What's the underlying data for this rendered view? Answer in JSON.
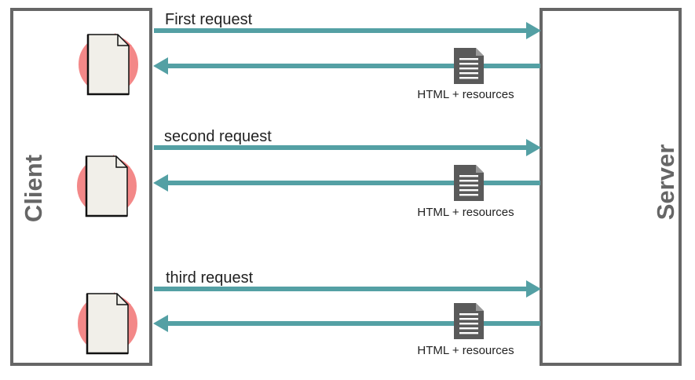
{
  "client_label": "Client",
  "server_label": "Server",
  "colors": {
    "arrow": "#54a0a4",
    "box_border": "#666666",
    "reload_icon": "#f27b7b",
    "doc_icon": "#5a5a5a"
  },
  "exchanges": [
    {
      "request_label": "First request",
      "response_label": "HTML + resources",
      "client_icon": "page-reload-icon",
      "response_icon": "document-icon"
    },
    {
      "request_label": "second request",
      "response_label": "HTML + resources",
      "client_icon": "page-reload-icon",
      "response_icon": "document-icon"
    },
    {
      "request_label": "third request",
      "response_label": "HTML + resources",
      "client_icon": "page-reload-icon",
      "response_icon": "document-icon"
    }
  ]
}
